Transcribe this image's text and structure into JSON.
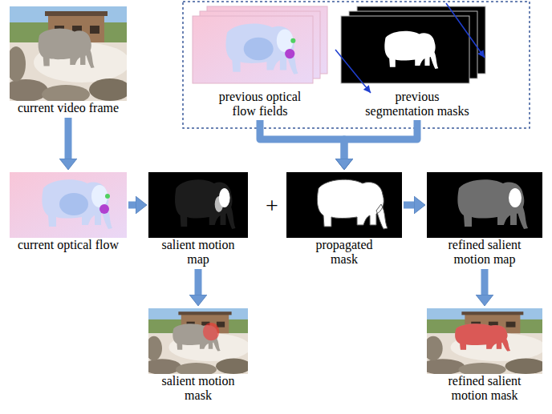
{
  "diagram": {
    "nodes": [
      {
        "text": [
          "previous optical flow fields"
        ]
      },
      {
        "text": [
          "previous segmentation masks"
        ]
      },
      {
        "text": [
          "current video frame"
        ]
      },
      {
        "text": [
          "current optical flow"
        ]
      },
      {
        "text": [
          "salient motion map"
        ]
      },
      {
        "text": [
          "propagated mask"
        ]
      },
      {
        "text": [
          "refined salient motion map"
        ]
      },
      {
        "text": [
          "salient motion mask"
        ]
      },
      {
        "text": [
          "refined salient motion mask"
        ]
      }
    ],
    "edges": [
      {
        "from": 2,
        "to": 3,
        "arrow": "to"
      },
      {
        "from": 3,
        "to": 4,
        "arrow": "to"
      },
      {
        "from": 4,
        "to": 7,
        "arrow": "to"
      },
      {
        "from": 0,
        "to": 5,
        "arrow": "to"
      },
      {
        "from": 1,
        "to": 5,
        "arrow": "to"
      },
      {
        "from": 5,
        "to": 6,
        "arrow": "to"
      },
      {
        "from": 6,
        "to": 8,
        "arrow": "to"
      }
    ],
    "labels": [
      "+"
    ]
  }
}
